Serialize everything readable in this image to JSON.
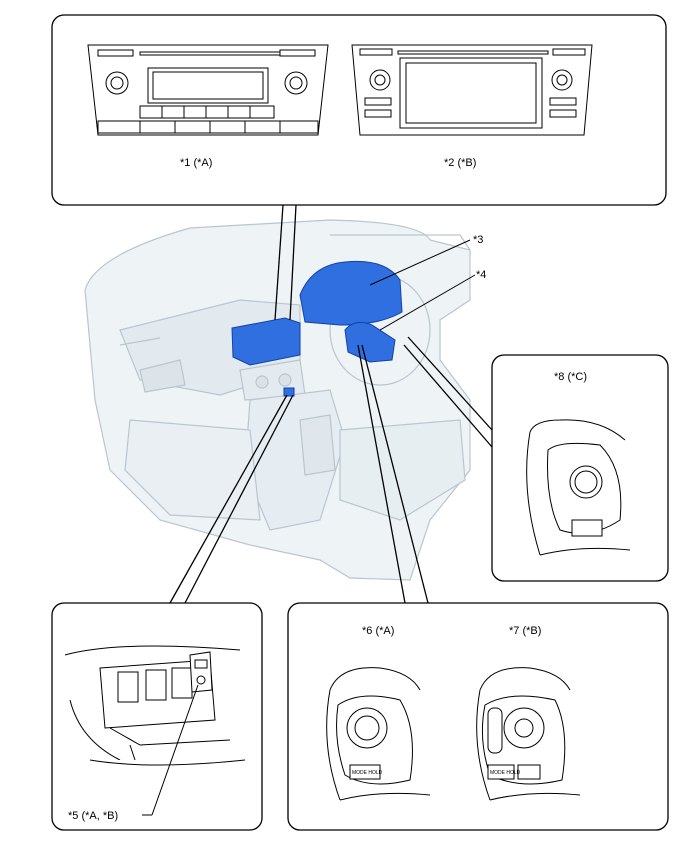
{
  "callouts": {
    "c1": "*1 (*A)",
    "c2": "*2 (*B)",
    "c3": "*3",
    "c4": "*4",
    "c5": "*5 (*A, *B)",
    "c6": "*6 (*A)",
    "c7": "*7 (*B)",
    "c8": "*8 (*C)"
  },
  "switch_labels": {
    "mode_hold": "MODE HOLD"
  },
  "colors": {
    "highlight_blue": "#2f6fe0",
    "dashboard_fill": "#eef3f6",
    "dashboard_stroke": "#b9c6cf",
    "frame_stroke": "#000000"
  }
}
